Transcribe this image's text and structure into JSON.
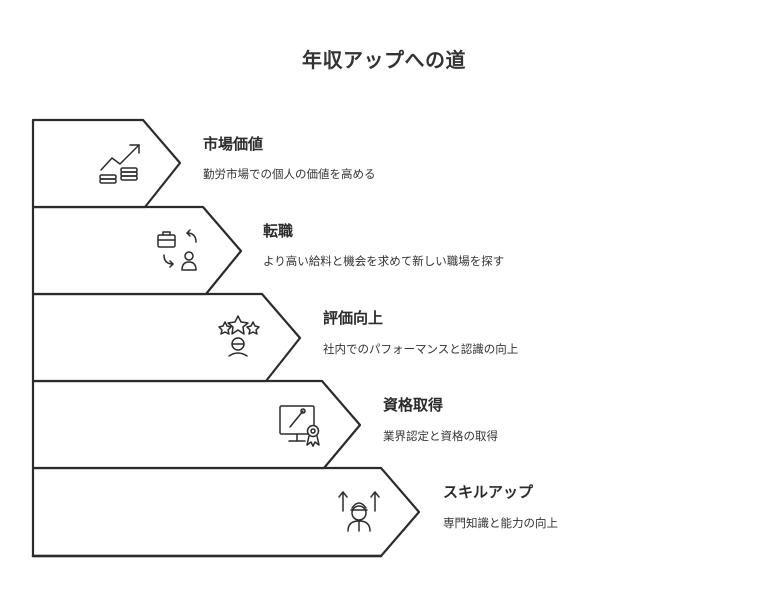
{
  "title": "年収アップへの道",
  "steps": [
    {
      "title": "市場価値",
      "description": "勤労市場での個人の価値を高める",
      "icon": "growth-money-icon"
    },
    {
      "title": "転職",
      "description": "より高い給料と機会を求めて新しい職場を探す",
      "icon": "career-change-icon"
    },
    {
      "title": "評価向上",
      "description": "社内でのパフォーマンスと認識の向上",
      "icon": "evaluation-stars-icon"
    },
    {
      "title": "資格取得",
      "description": "業界認定と資格の取得",
      "icon": "certificate-icon"
    },
    {
      "title": "スキルアップ",
      "description": "専門知識と能力の向上",
      "icon": "skill-up-icon"
    }
  ]
}
